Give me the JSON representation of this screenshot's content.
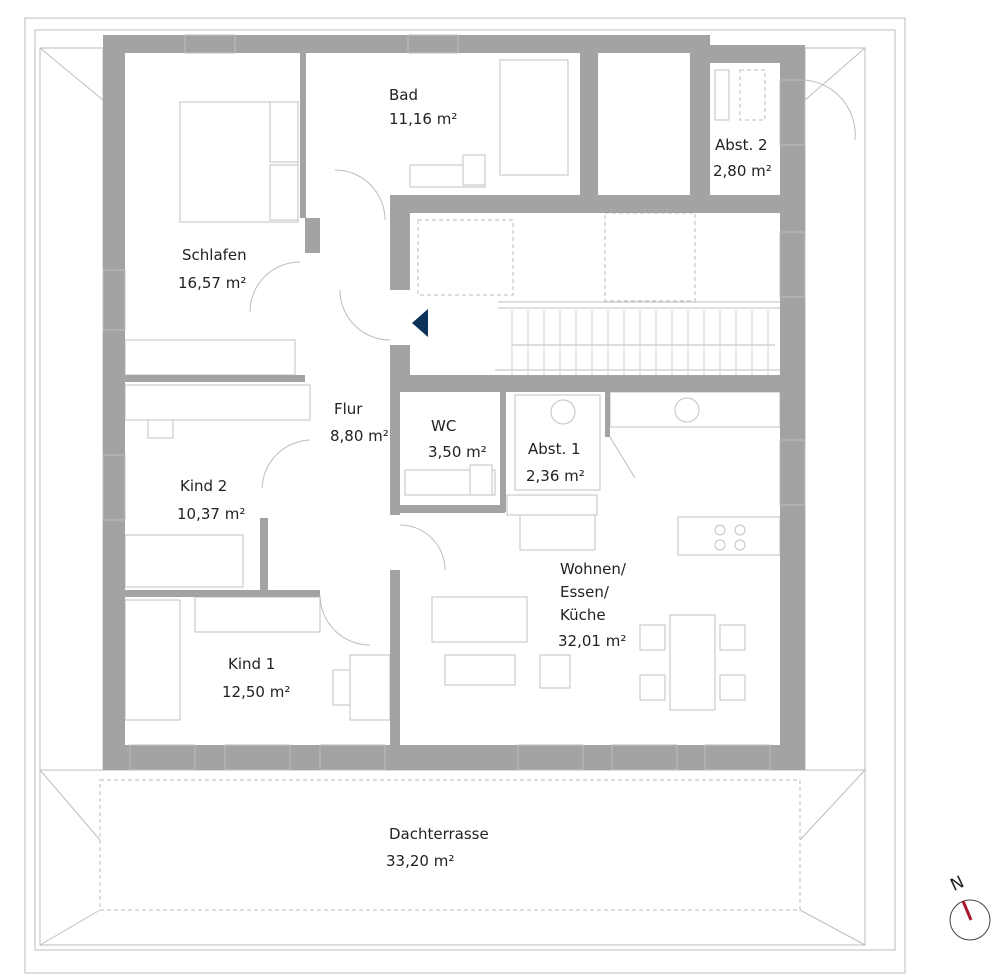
{
  "plan": {
    "rooms": [
      {
        "name": "Bad",
        "area": "11,16 m²"
      },
      {
        "name": "Schlafen",
        "area": "16,57 m²"
      },
      {
        "name": "Abst. 2",
        "area": "2,80 m²"
      },
      {
        "name": "Flur",
        "area": "8,80 m²"
      },
      {
        "name": "WC",
        "area": "3,50 m²"
      },
      {
        "name": "Abst. 1",
        "area": "2,36 m²"
      },
      {
        "name": "Kind 2",
        "area": "10,37 m²"
      },
      {
        "name": "Wohnen/",
        "name2": "Essen/",
        "name3": "Küche",
        "area": "32,01 m²"
      },
      {
        "name": "Kind 1",
        "area": "12,50 m²"
      },
      {
        "name": "Dachterrasse",
        "area": "33,20 m²"
      }
    ],
    "compass_label": "N",
    "colors": {
      "wall": "#a3a3a3",
      "entrance_marker": "#0d3257",
      "compass_needle": "#a8192e"
    }
  }
}
